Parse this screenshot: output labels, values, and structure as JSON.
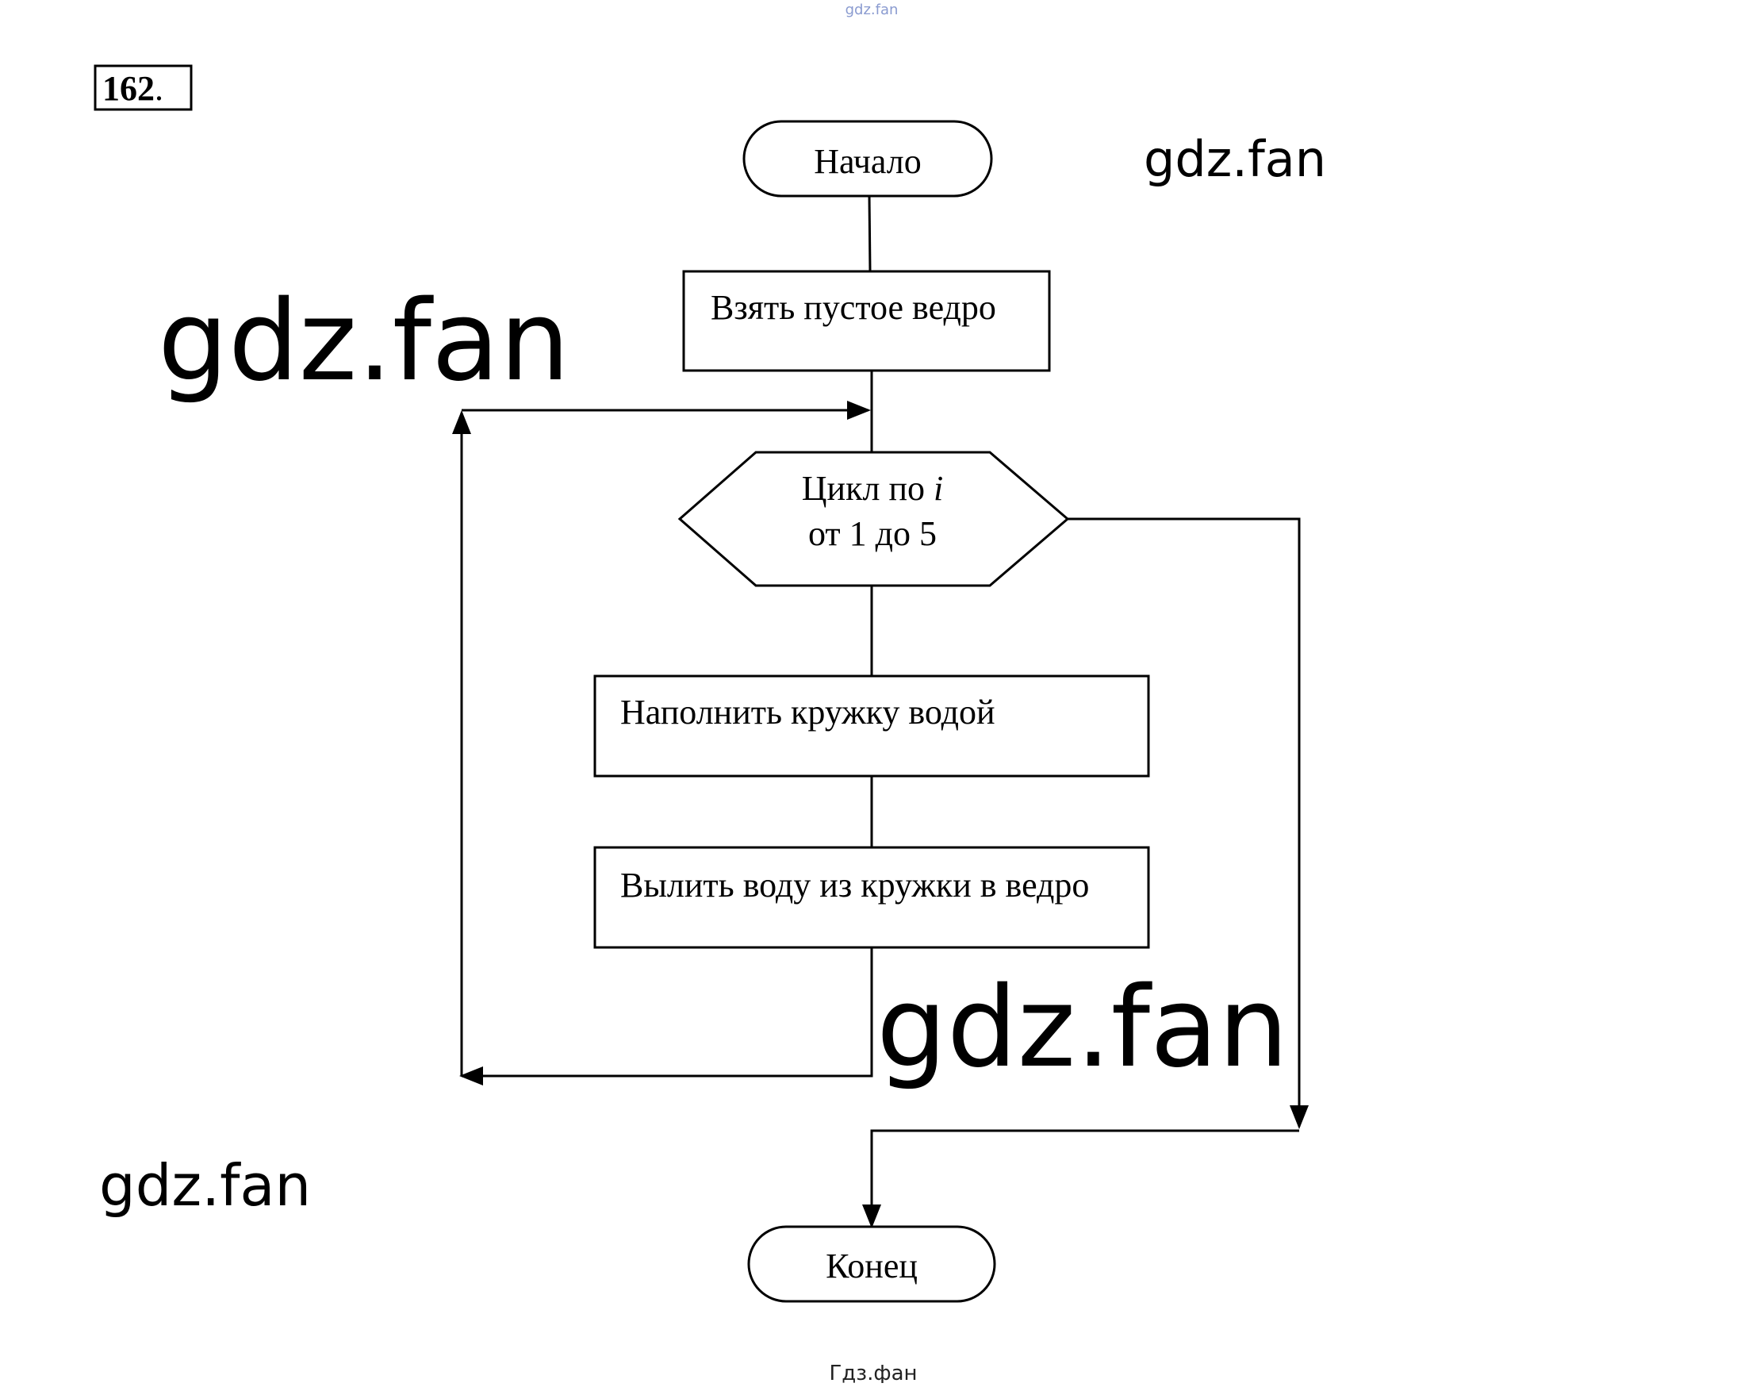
{
  "problem_number": "162",
  "problem_number_suffix": ".",
  "header_watermark": "gdz.fan",
  "footer_watermark": "Гдз.фан",
  "watermarks": [
    "gdz.fan",
    "gdz.fan",
    "gdz.fan",
    "gdz.fan"
  ],
  "flowchart": {
    "start": "Начало",
    "step1": "Взять пустое ведро",
    "loop": {
      "line1_prefix": "Цикл по ",
      "line1_var": "i",
      "line2": "от 1 до 5"
    },
    "step2": "Наполнить кружку водой",
    "step3": "Вылить воду из кружки в ведро",
    "end": "Конец"
  },
  "colors": {
    "stroke": "#000000",
    "background": "#ffffff",
    "header_watermark": "#8a9bd0",
    "footer_watermark": "#222222"
  }
}
